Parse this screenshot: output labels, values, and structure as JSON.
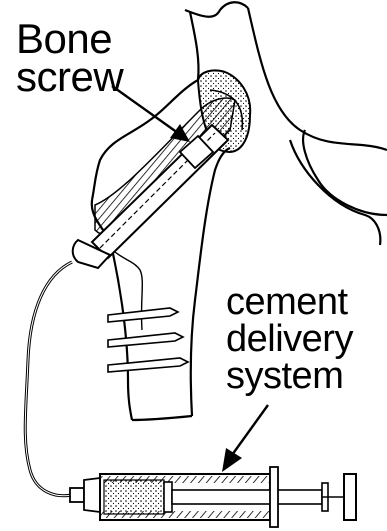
{
  "labels": {
    "bone_screw": [
      "Bone",
      "screw"
    ],
    "cement_delivery": [
      "cement",
      "delivery",
      "system"
    ]
  },
  "colors": {
    "ink": "#000000",
    "background": "#ffffff"
  },
  "icons": {
    "arrow": "arrow-pointer",
    "syringe": "syringe",
    "bone": "femur-illustration"
  }
}
